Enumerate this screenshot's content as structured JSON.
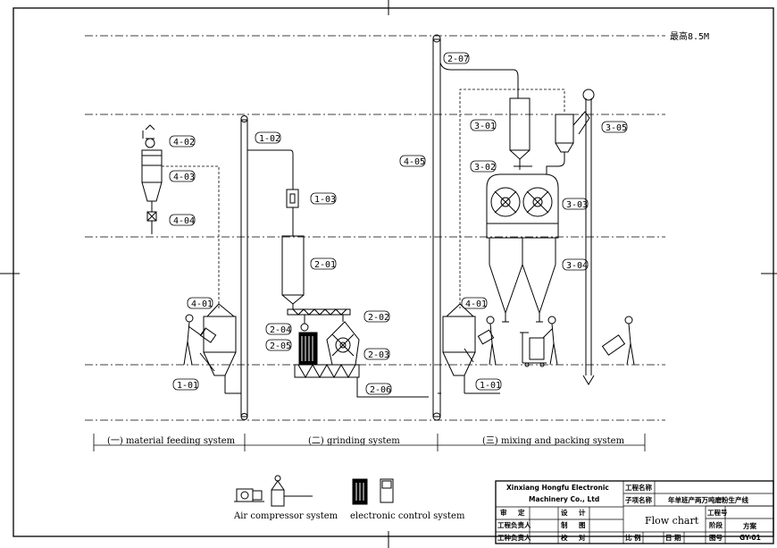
{
  "height_note": "最高8.5M",
  "tags": {
    "t102": "1-02",
    "t103": "1-03",
    "t101": "1-01",
    "t201": "2-01",
    "t202": "2-02",
    "t203": "2-03",
    "t204": "2-04",
    "t205": "2-05",
    "t206": "2-06",
    "t207": "2-07",
    "t301": "3-01",
    "t302": "3-02",
    "t303": "3-03",
    "t304": "3-04",
    "t305": "3-05",
    "t401a": "4-01",
    "t401b": "4-01",
    "t402": "4-02",
    "t403": "4-03",
    "t404": "4-04",
    "t405": "4-05",
    "t101b": "1-01"
  },
  "systems": {
    "s1": "(一) material feeding system",
    "s2": "(二) grinding system",
    "s3": "(三) mixing and packing system"
  },
  "legend": {
    "air": "Air compressor system",
    "ctrl": "electronic control system"
  },
  "title_block": {
    "company1": "Xinxiang Hongfu Electronic",
    "company2": "Machinery Co., Ltd",
    "proj_name_label": "工程名称",
    "sub_name_label": "子项名称",
    "sub_name_value": "年单班产两万吨磨粉生产线",
    "drawing_title": "Flow chart",
    "proj_no_label": "工程号",
    "stage_label": "阶段",
    "stage_value": "方案",
    "fig_no_label": "图号",
    "fig_no_value": "GY-01",
    "shen": "审",
    "ding": "定",
    "she": "设",
    "ji": "计",
    "gcfz": "工程负责人",
    "zhi": "制",
    "tu": "图",
    "gyfz": "工种负责人",
    "jiao": "校",
    "dui": "对",
    "bi": "比",
    "li": "例",
    "ri": "日",
    "qi": "期"
  }
}
